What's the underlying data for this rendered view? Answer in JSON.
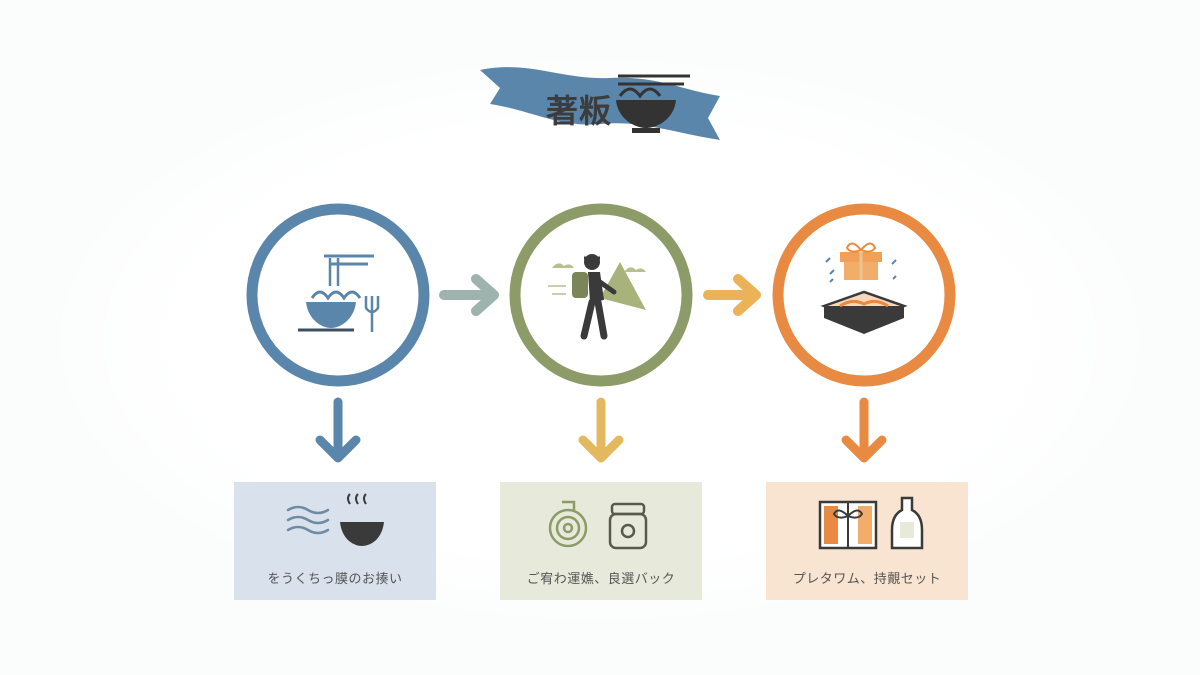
{
  "logo": {
    "title": "著粄",
    "icon": "noodle-bowl-icon"
  },
  "colors": {
    "blue": "#5b86ab",
    "green": "#8c9b68",
    "orange": "#e88a42",
    "yellow": "#e3b85e",
    "card_blue": "#d9e2ec",
    "card_green": "#e7eadb",
    "card_orange": "#f8e4d0"
  },
  "steps": [
    {
      "icon": "noodle-bowl-icon"
    },
    {
      "icon": "hiker-mountain-icon"
    },
    {
      "icon": "gift-box-icon"
    }
  ],
  "cards": [
    {
      "label": "をうくちっ膜のお揍い",
      "icons": [
        "steam-waves-icon",
        "rice-bowl-icon"
      ]
    },
    {
      "label": "ご宥わ運嫶、良選バック",
      "icons": [
        "spiral-roll-icon",
        "jar-icon"
      ]
    },
    {
      "label": "プレタワム、持覿セット",
      "icons": [
        "gift-set-icon",
        "sake-bottle-icon"
      ]
    }
  ]
}
